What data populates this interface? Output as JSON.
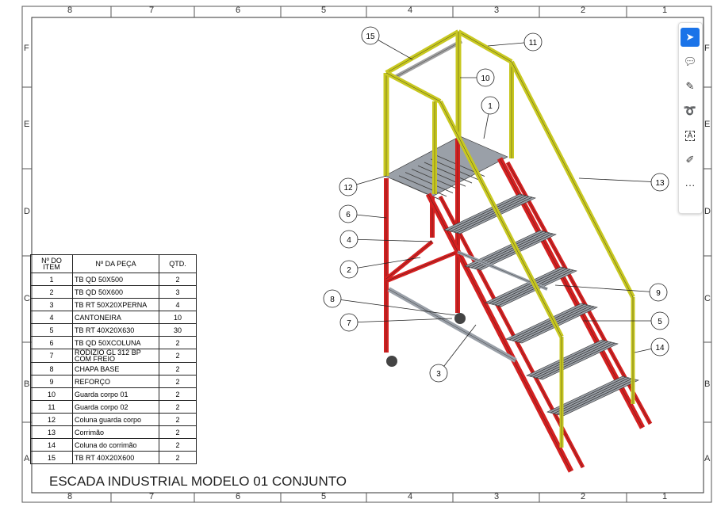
{
  "zones": {
    "columns": [
      "8",
      "7",
      "6",
      "5",
      "4",
      "3",
      "2",
      "1"
    ],
    "rows": [
      "F",
      "E",
      "D",
      "C",
      "B",
      "A"
    ]
  },
  "bom": {
    "headers": [
      "Nº DO ITEM",
      "Nº DA PEÇA",
      "QTD."
    ],
    "rows": [
      [
        "1",
        "TB QD 50X500",
        "2"
      ],
      [
        "2",
        "TB QD 50X600",
        "3"
      ],
      [
        "3",
        "TB RT 50X20XPERNA",
        "4"
      ],
      [
        "4",
        "CANTONEIRA",
        "10"
      ],
      [
        "5",
        "TB RT 40X20X630",
        "30"
      ],
      [
        "6",
        "TB QD 50XCOLUNA",
        "2"
      ],
      [
        "7",
        "RODIZIO GL 312 BP COM FREIO",
        "2"
      ],
      [
        "8",
        "CHAPA BASE",
        "2"
      ],
      [
        "9",
        "REFORÇO",
        "2"
      ],
      [
        "10",
        "Guarda corpo 01",
        "2"
      ],
      [
        "11",
        "Guarda corpo 02",
        "2"
      ],
      [
        "12",
        "Coluna guarda corpo",
        "2"
      ],
      [
        "13",
        "Corrimão",
        "2"
      ],
      [
        "14",
        "Coluna do corrimão",
        "2"
      ],
      [
        "15",
        "TB RT 40X20X600",
        "2"
      ]
    ]
  },
  "title": "ESCADA INDUSTRIAL MODELO 01 CONJUNTO",
  "balloons": [
    "15",
    "11",
    "10",
    "1",
    "13",
    "12",
    "6",
    "4",
    "2",
    "9",
    "8",
    "5",
    "7",
    "14",
    "3"
  ],
  "colors": {
    "frame": "#d42020",
    "rails": "#c8c820",
    "steps": "#9aa0a8",
    "accent": "#1a73e8"
  },
  "toolbar": {
    "tools": [
      "select-tool",
      "comment-tool",
      "pen-tool",
      "lasso-tool",
      "text-box-tool",
      "highlighter-tool",
      "more-tools"
    ],
    "more_label": "···"
  }
}
